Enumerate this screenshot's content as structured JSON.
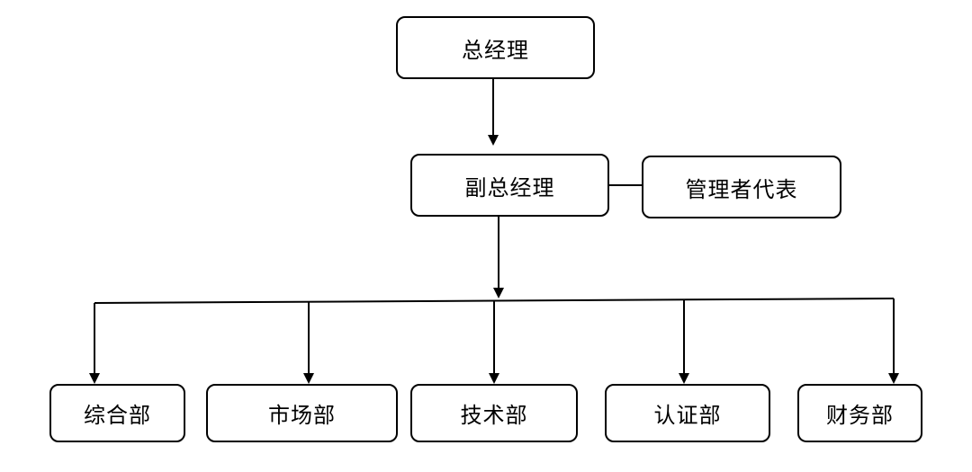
{
  "org_chart": {
    "general_manager": "总经理",
    "deputy_general_manager": "副总经理",
    "management_representative": "管理者代表",
    "departments": [
      "综合部",
      "市场部",
      "技术部",
      "认证部",
      "财务部"
    ]
  },
  "colors": {
    "line": "#000000",
    "box_border": "#000000",
    "background": "#ffffff"
  }
}
